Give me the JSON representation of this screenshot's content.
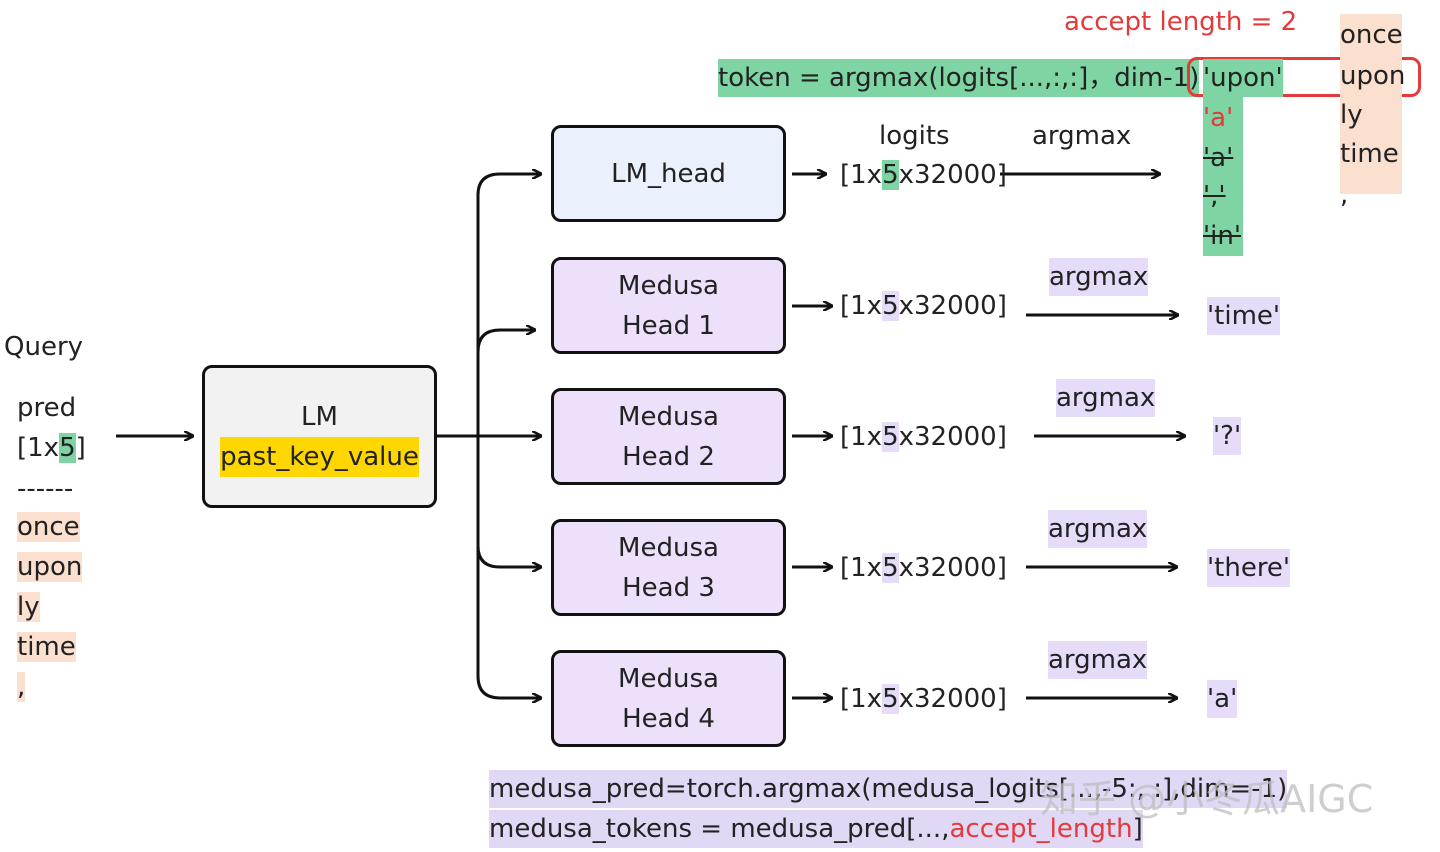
{
  "query": {
    "title": "Query",
    "pred_label": "pred",
    "shape_prefix": "[1x",
    "shape_num": "5",
    "shape_suffix": "]",
    "divider": "------",
    "tokens": [
      "once",
      "upon",
      "ly",
      "time",
      ","
    ]
  },
  "lm_box": {
    "line1": "LM",
    "line2": "past_key_value"
  },
  "lm_head_box": {
    "label": "LM_head"
  },
  "medusa_heads": [
    {
      "line1": "Medusa",
      "line2": "Head 1",
      "shape_prefix": "[1x",
      "shape_num": "5",
      "shape_suffix": "x32000]",
      "argmax": "argmax",
      "token": "'time'"
    },
    {
      "line1": "Medusa",
      "line2": "Head 2",
      "shape_prefix": "[1x",
      "shape_num": "5",
      "shape_suffix": "x32000]",
      "argmax": "argmax",
      "token": "'?'"
    },
    {
      "line1": "Medusa",
      "line2": "Head 3",
      "shape_prefix": "[1x",
      "shape_num": "5",
      "shape_suffix": "x32000]",
      "argmax": "argmax",
      "token": "'there'"
    },
    {
      "line1": "Medusa",
      "line2": "Head 4",
      "shape_prefix": "[1x",
      "shape_num": "5",
      "shape_suffix": "x32000]",
      "argmax": "argmax",
      "token": "'a'"
    }
  ],
  "lm_head_output": {
    "logits_label": "logits",
    "argmax_label": "argmax",
    "shape_prefix": "[1x",
    "shape_num": "5",
    "shape_suffix": "x32000]",
    "tokens": [
      "'upon'",
      "'a'",
      "'a'",
      "','",
      "'in'"
    ]
  },
  "token_formula": "token = argmax(logits[...,:,:]，dim-1)",
  "accept_length_label": "accept length = 2",
  "output_tokens": [
    "once",
    "upon",
    "ly",
    "time",
    ","
  ],
  "bottom_code": {
    "line1": "medusa_pred=torch.argmax(medusa_logits[...,-5:, :],dim=-1)",
    "line2_prefix": "medusa_tokens = medusa_pred[...,",
    "line2_red": "accept_length",
    "line2_suffix": "]"
  },
  "watermark": "知乎 @小冬瓜AIGC",
  "colors": {
    "orange_highlight": "#fbe0d0",
    "green_highlight": "#7fd4a4",
    "purple_highlight": "#e6dcfa",
    "yellow_highlight": "#ffd700",
    "red_accent": "#e43a3a"
  }
}
